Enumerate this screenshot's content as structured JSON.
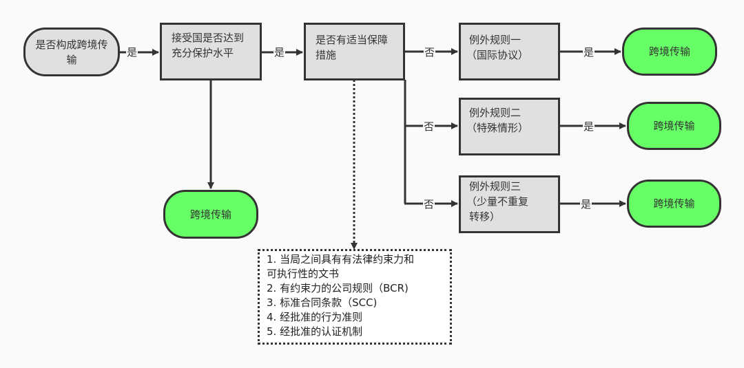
{
  "diagram": {
    "type": "flowchart",
    "nodes": {
      "start": "是否构成跨境传输",
      "adequacy": "接受国是否达到充分保护水平",
      "safeguards": "是否有适当保障措施",
      "exception_1": "例外规则一（国际协议）",
      "exception_1_line1": "例外规则一",
      "exception_1_line2": "（国际协议）",
      "exception_2_line1": "例外规则二",
      "exception_2_line2": "（特殊情形）",
      "exception_3_line1": "例外规则三",
      "exception_3_line2": "（少量不重复",
      "exception_3_line3": "转移）",
      "transfer_adequacy": "跨境传输",
      "transfer_exception_1": "跨境传输",
      "transfer_exception_2": "跨境传输",
      "transfer_exception_3": "跨境传输"
    },
    "edge_labels": {
      "start_to_adequacy": "是",
      "adequacy_to_safeguards": "是",
      "safeguards_to_exception_1": "否",
      "safeguards_to_exception_2": "否",
      "safeguards_to_exception_3": "否",
      "exception_1_to_transfer": "是",
      "exception_2_to_transfer": "是",
      "exception_3_to_transfer": "是"
    },
    "safeguard_measures": [
      "1. 当局之间具有有法律约束力和",
      "可执行性的文书",
      "2. 有约束力的公司规则（BCR)",
      "3. 标准合同条款（SCC)",
      "4. 经批准的行为准则",
      "5. 经批准的认证机制"
    ],
    "colors": {
      "decision_fill": "#e0e0e0",
      "terminal_fill": "#66ff66",
      "stroke": "#333333",
      "background": "#fafafa"
    }
  }
}
